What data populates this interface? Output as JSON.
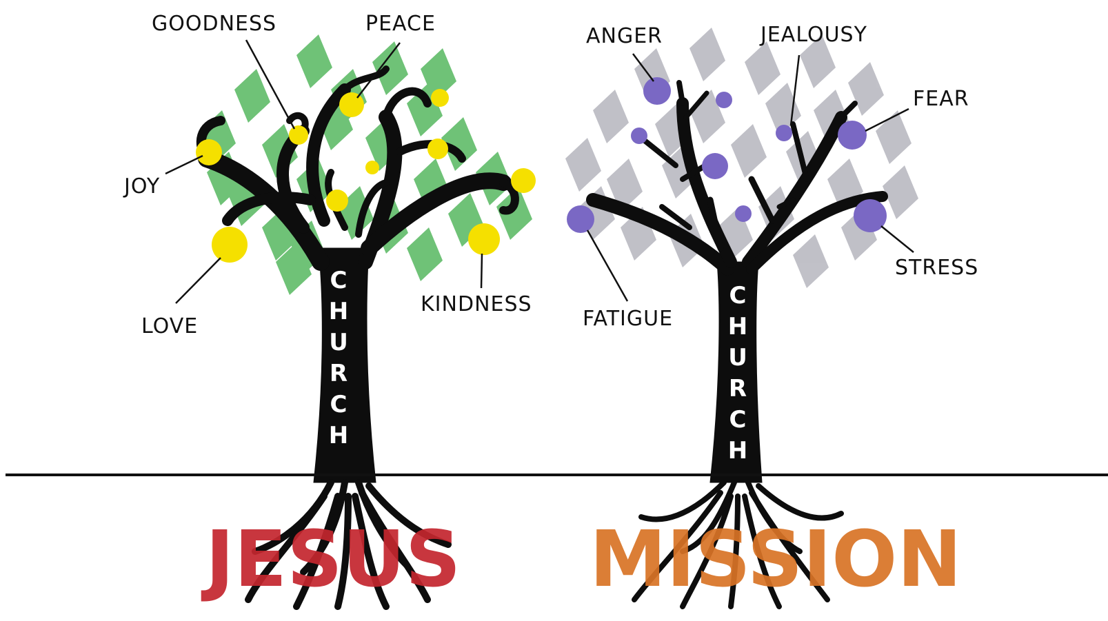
{
  "left_tree": {
    "trunk_label": [
      "C",
      "H",
      "U",
      "R",
      "C",
      "H"
    ],
    "root_word": "JESUS",
    "root_color": "#c4262e",
    "leaf_color": "#3fae4a",
    "fruit_color": "#f5e000",
    "fruit_labels": {
      "goodness": "GOODNESS",
      "peace": "PEACE",
      "joy": "JOY",
      "love": "LOVE",
      "kindness": "KINDNESS"
    }
  },
  "right_tree": {
    "trunk_label": [
      "C",
      "H",
      "U",
      "R",
      "C",
      "H"
    ],
    "root_word": "MISSION",
    "root_color": "#d97426",
    "leaf_color": "#a6a6b0",
    "fruit_color": "#7a68c4",
    "fruit_labels": {
      "anger": "ANGER",
      "jealousy": "JEALOUSY",
      "fear": "FEAR",
      "stress": "STRESS",
      "fatigue": "FATIGUE"
    }
  }
}
